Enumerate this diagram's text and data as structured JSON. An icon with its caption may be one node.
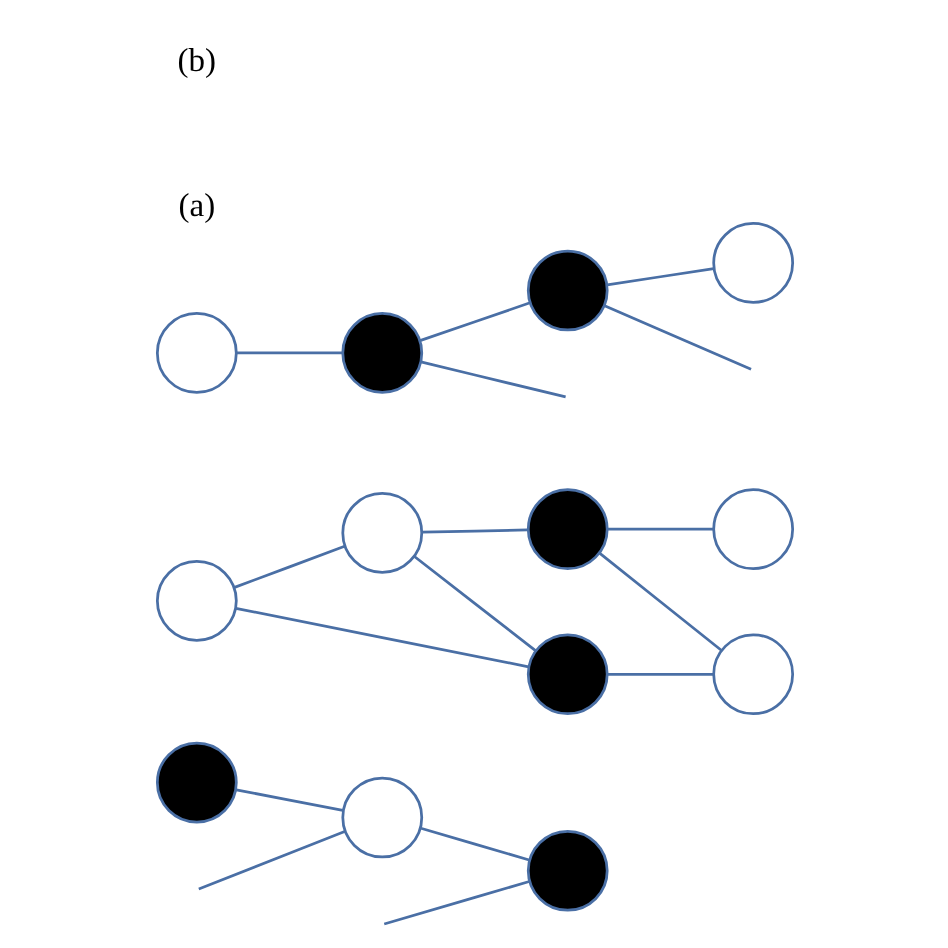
{
  "diagram": {
    "nodes": [
      {
        "text": [],
        "shape": "circle"
      },
      {
        "text": [],
        "shape": "circle"
      },
      {
        "text": [],
        "shape": "circle"
      },
      {
        "text": [],
        "shape": "circle"
      },
      {
        "text": [],
        "shape": "circle"
      },
      {
        "text": [],
        "shape": "circle"
      },
      {
        "text": [],
        "shape": "circle"
      },
      {
        "text": [],
        "shape": "circle"
      },
      {
        "text": [],
        "shape": "circle"
      },
      {
        "text": [],
        "shape": "circle"
      },
      {
        "text": [],
        "shape": "circle"
      },
      {
        "text": [],
        "shape": "circle"
      },
      {
        "text": [],
        "shape": "circle"
      }
    ],
    "edges": [
      {
        "from": 0,
        "to": 1,
        "arrow": "none"
      },
      {
        "from": null,
        "to": 1,
        "arrow": "none"
      },
      {
        "from": null,
        "to": 2,
        "arrow": "none"
      },
      {
        "from": 1,
        "to": 2,
        "arrow": "none"
      },
      {
        "from": 3,
        "to": 4,
        "arrow": "none"
      },
      {
        "from": 4,
        "to": 5,
        "arrow": "none"
      },
      {
        "from": 6,
        "to": 3,
        "arrow": "none"
      },
      {
        "from": 6,
        "to": 7,
        "arrow": "none"
      },
      {
        "from": 3,
        "to": 7,
        "arrow": "none"
      },
      {
        "from": 4,
        "to": 8,
        "arrow": "none"
      },
      {
        "from": 7,
        "to": 8,
        "arrow": "none"
      },
      {
        "from": 9,
        "to": 10,
        "arrow": "none"
      },
      {
        "from": 10,
        "to": 11,
        "arrow": "none"
      },
      {
        "from": 12,
        "to": 9,
        "arrow": "none"
      },
      {
        "from": 9,
        "to": null,
        "arrow": "none"
      },
      {
        "from": 10,
        "to": null,
        "arrow": "none"
      }
    ],
    "labels": [
      "(a)",
      "(b)"
    ]
  }
}
